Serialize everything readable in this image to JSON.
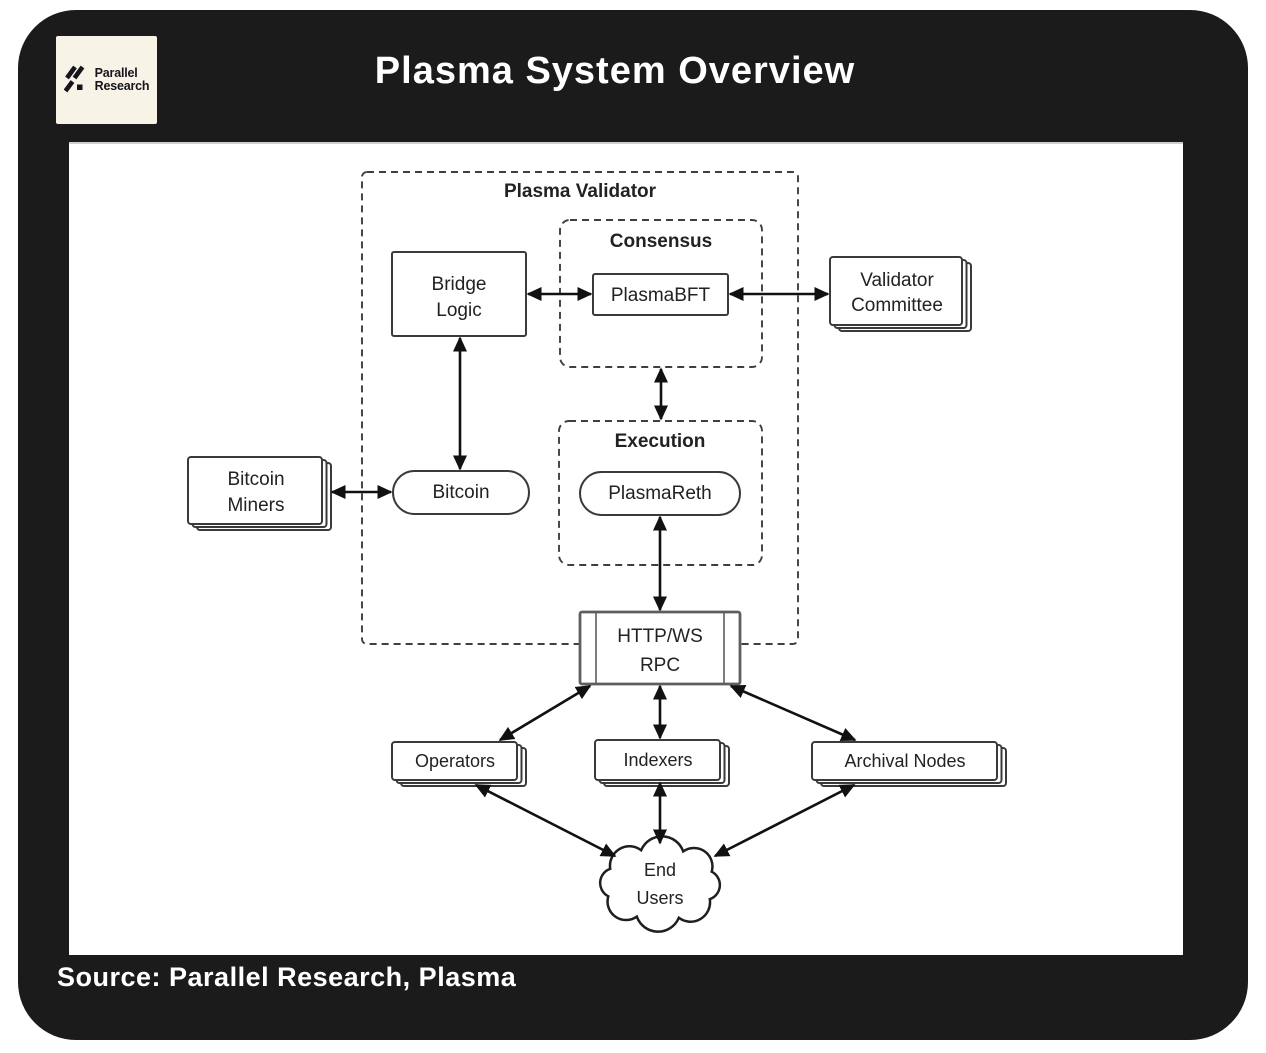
{
  "page": {
    "title": "Plasma System Overview",
    "source": "Source: Parallel Research, Plasma",
    "logo": {
      "line1": "Parallel",
      "line2": "Research"
    }
  },
  "colors": {
    "frame_bg": "#1b1b1b",
    "panel_bg": "#ffffff",
    "logo_bg": "#f7f3e7",
    "ink": "#222222",
    "line": "#111111"
  },
  "diagram": {
    "containers": {
      "plasma_validator": "Plasma Validator",
      "consensus": "Consensus",
      "execution": "Execution"
    },
    "nodes": {
      "bridge_logic": [
        "Bridge",
        "Logic"
      ],
      "plasmabft": "PlasmaBFT",
      "validator_committee": [
        "Validator",
        "Committee"
      ],
      "bitcoin_miners": [
        "Bitcoin",
        "Miners"
      ],
      "bitcoin": "Bitcoin",
      "plasmareth": "PlasmaReth",
      "rpc": [
        "HTTP/WS",
        "RPC"
      ],
      "operators": "Operators",
      "indexers": "Indexers",
      "archival_nodes": "Archival Nodes",
      "end_users": [
        "End",
        "Users"
      ]
    }
  }
}
